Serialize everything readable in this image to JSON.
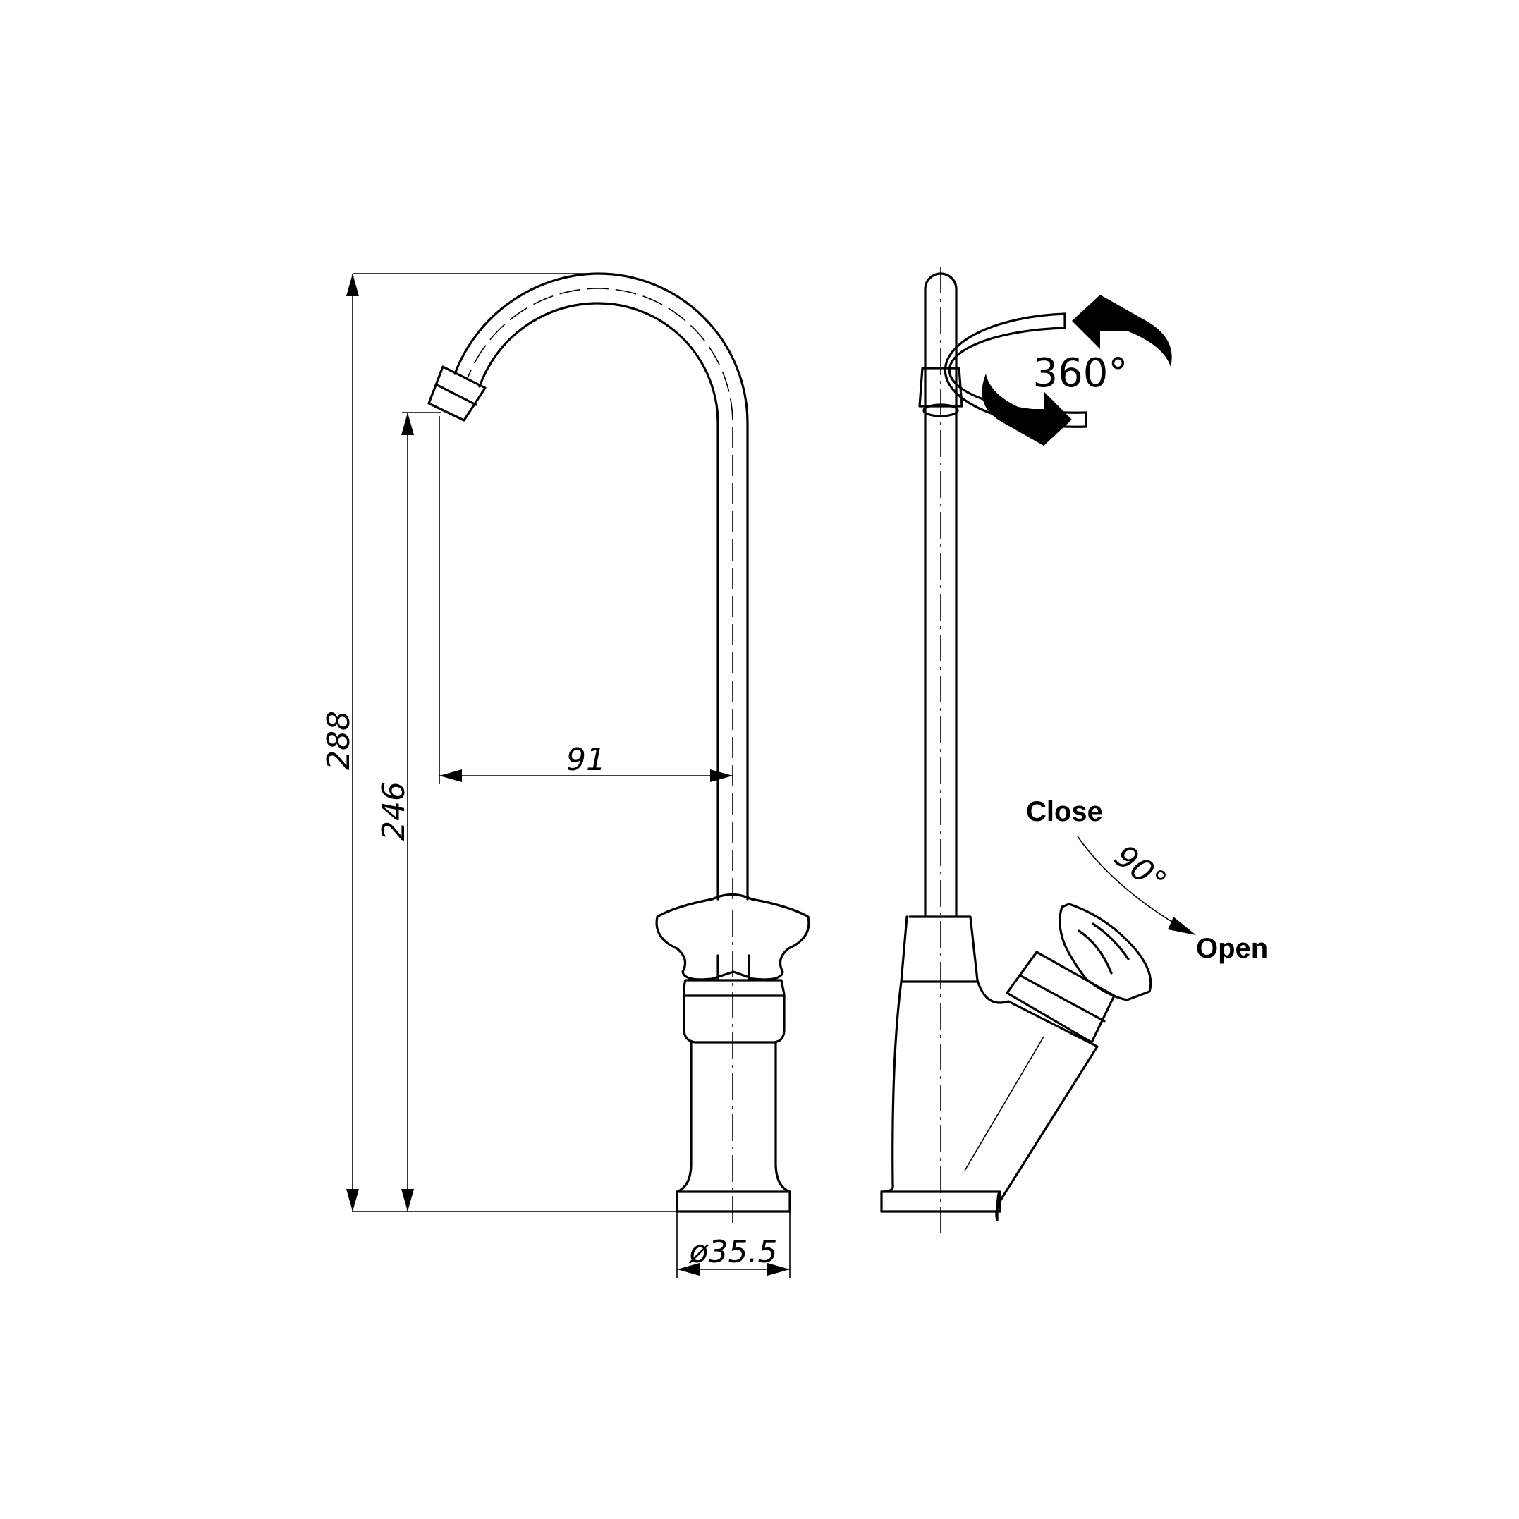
{
  "dimensions": {
    "total_height": "288",
    "spout_height": "246",
    "spout_reach": "91",
    "base_diameter": "ø35.5"
  },
  "annotations": {
    "rotation": "360°",
    "close": "Close",
    "open": "Open",
    "handle_angle": "90°"
  }
}
